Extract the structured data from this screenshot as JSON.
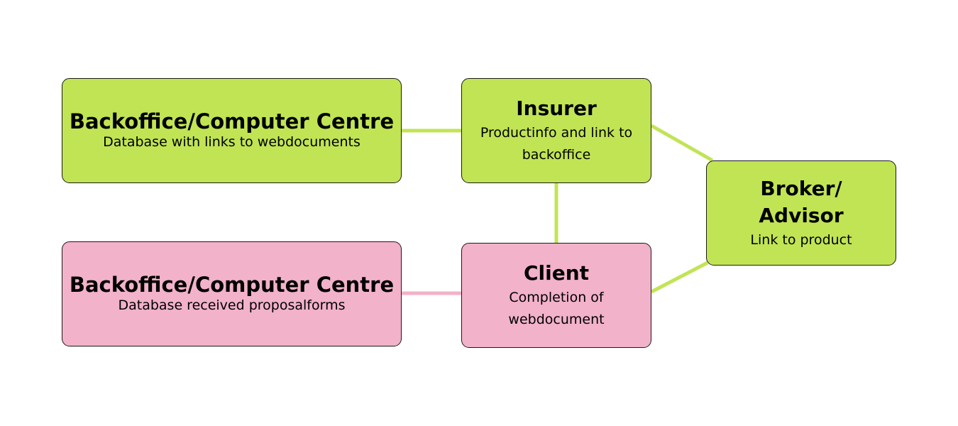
{
  "colors": {
    "green_fill": "#c1e455",
    "pink_fill": "#f2b2c9",
    "green_line": "#c1e455",
    "pink_line": "#f2b2c9"
  },
  "nodes": {
    "backoffice_top": {
      "title": "Backoffice/Computer Centre",
      "subtitle": "Database with links to webdocuments"
    },
    "insurer": {
      "title": "Insurer",
      "subtitle": "Productinfo and link to backoffice"
    },
    "broker": {
      "title_line1": "Broker/",
      "title_line2": "Advisor",
      "subtitle": "Link to product"
    },
    "backoffice_bottom": {
      "title": "Backoffice/Computer Centre",
      "subtitle": "Database received proposalforms"
    },
    "client": {
      "title": "Client",
      "subtitle": "Completion of webdocument"
    }
  }
}
